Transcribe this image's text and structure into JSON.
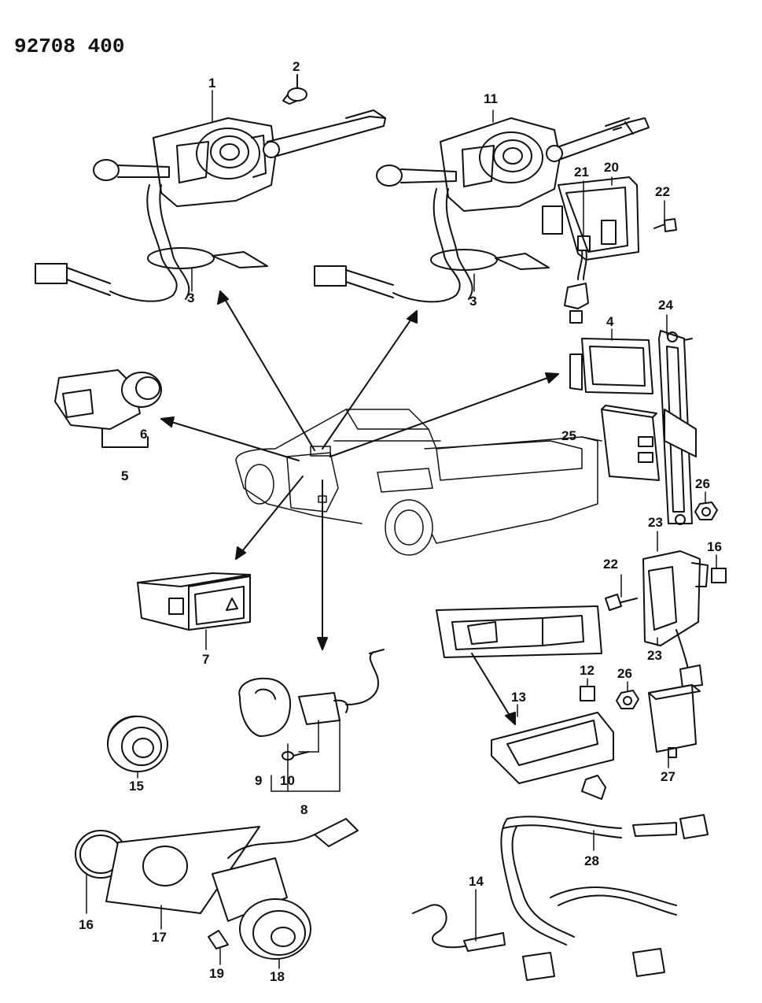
{
  "document_number": "92708 400",
  "callouts": {
    "c1": "1",
    "c2": "2",
    "c3a": "3",
    "c3b": "3",
    "c4": "4",
    "c5": "5",
    "c6": "6",
    "c7": "7",
    "c8": "8",
    "c9": "9",
    "c10": "10",
    "c11": "11",
    "c12": "12",
    "c13": "13",
    "c14": "14",
    "c15": "15",
    "c16a": "16",
    "c16b": "16",
    "c17": "17",
    "c18": "18",
    "c19": "19",
    "c20": "20",
    "c21": "21",
    "c22a": "22",
    "c22b": "22",
    "c23a": "23",
    "c23b": "23",
    "c24": "24",
    "c25": "25",
    "c26a": "26",
    "c26b": "26",
    "c27": "27",
    "c28": "28"
  }
}
